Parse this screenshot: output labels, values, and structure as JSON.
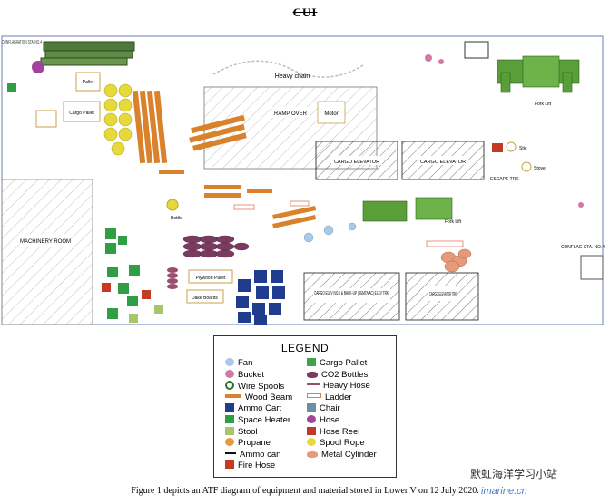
{
  "header": {
    "marking": "CUI"
  },
  "labels": {
    "conflagration_left": "CONFLAGRATION STA. NO.4",
    "pallet": "Pallet",
    "cargo_pallet": "Cargo Pallet",
    "heavy_chain": "Heavy chain",
    "ramp_over": "RAMP OVER",
    "motor": "Motor",
    "fork_lift_top": "Fork Lift",
    "cargo_elevator_1": "CARGO ELEVATOR",
    "cargo_elevator_2": "CARGO ELEVATOR",
    "stic": "Stic",
    "stove": "Stove",
    "escape_trk": "ESCAPE TRK",
    "machinery_room": "MACHINERY ROOM",
    "fork_lift_mid": "Fork Lift",
    "plywood_pallet": "Plywood Pallet",
    "jake_boards": "Jake Boards",
    "conflag_right": "CONFLAG STA. NO.4",
    "cargo_elev_no5": "CARGO ELEV NO.5 & BACK-UP (REMOVAC) ELEV TRK",
    "cargo_elev_trk": "CARGO ELEVATOR TRK",
    "bottle": "Bottle"
  },
  "legend": {
    "title": "LEGEND",
    "left": [
      {
        "label": "Fan",
        "color": "#aac8e8",
        "shape": "circle"
      },
      {
        "label": "Bucket",
        "color": "#d07aa8",
        "shape": "circle"
      },
      {
        "label": "Wire Spools",
        "color": "#2f6f2f",
        "shape": "ring"
      },
      {
        "label": "Wood Beam",
        "color": "#d9822b",
        "shape": "bar"
      },
      {
        "label": "Ammo Cart",
        "color": "#1f3c8f",
        "shape": "square"
      },
      {
        "label": "Space Heater",
        "color": "#2f9e44",
        "shape": "square"
      },
      {
        "label": "Stool",
        "color": "#a5c76a",
        "shape": "square"
      },
      {
        "label": "Propane",
        "color": "#e89a3c",
        "shape": "circle"
      },
      {
        "label": "Ammo can",
        "color": "#111111",
        "shape": "dash"
      },
      {
        "label": "Fire Hose",
        "color": "#c23b22",
        "shape": "square"
      }
    ],
    "right": [
      {
        "label": "Cargo Pallet",
        "color": "#3fa34d",
        "shape": "square"
      },
      {
        "label": "CO2 Bottles",
        "color": "#7a3b5e",
        "shape": "blob"
      },
      {
        "label": "Heavy Hose",
        "color": "#9a4e6e",
        "shape": "line"
      },
      {
        "label": "Ladder",
        "color": "#e07a5f",
        "shape": "ladder"
      },
      {
        "label": "Chair",
        "color": "#6b8fa3",
        "shape": "square"
      },
      {
        "label": "Hose",
        "color": "#a0459a",
        "shape": "circle"
      },
      {
        "label": "Hose Reel",
        "color": "#c0392b",
        "shape": "square"
      },
      {
        "label": "Spool Rope",
        "color": "#e6d93a",
        "shape": "circle"
      },
      {
        "label": "Metal Cylinder",
        "color": "#e59a7a",
        "shape": "blob"
      }
    ]
  },
  "caption": "Figure 1 depicts an ATF diagram of equipment and material stored in Lower V on 12 July 2020.",
  "watermark": {
    "line1": "默虹海洋学习小站",
    "line2": "imarine.cn"
  }
}
